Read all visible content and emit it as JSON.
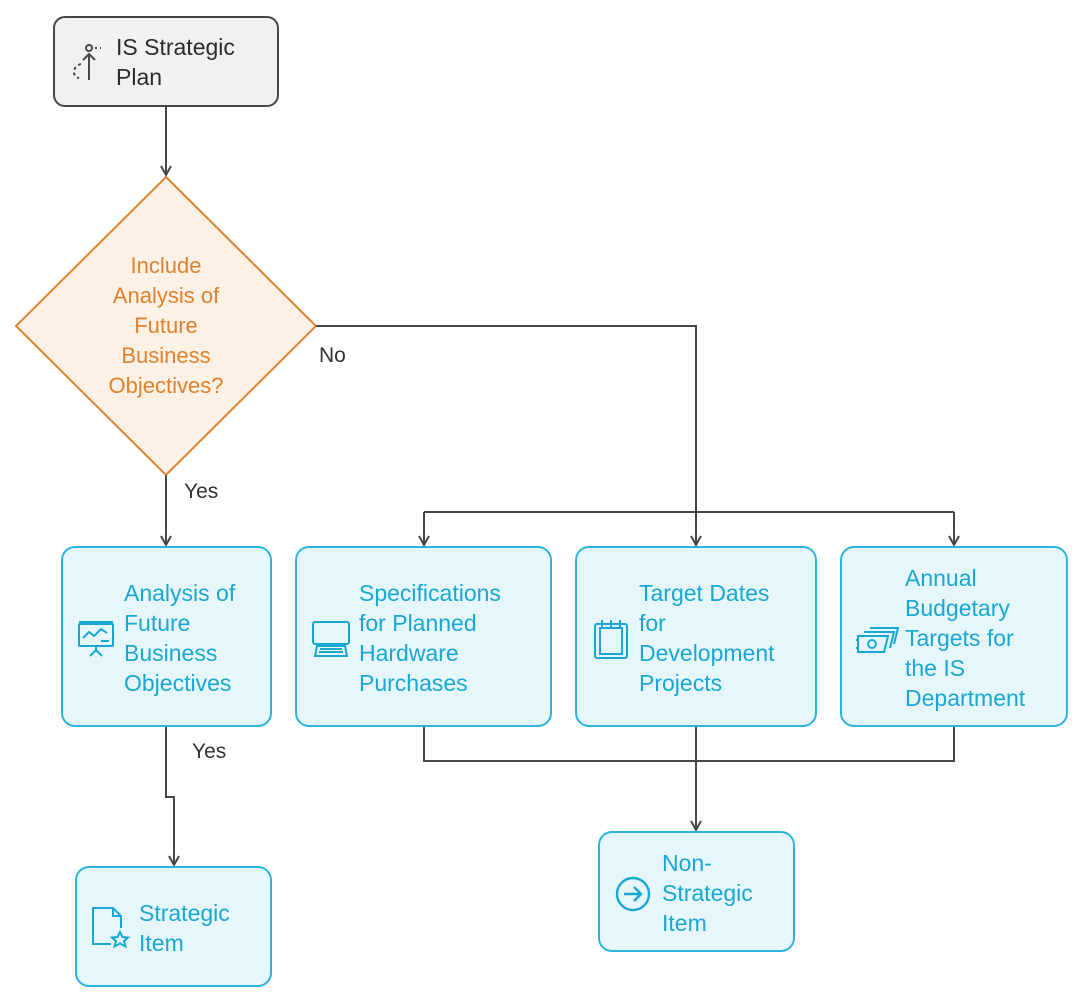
{
  "start": {
    "label": "IS Strategic\nPlan",
    "icon": "presenter-icon"
  },
  "decision": {
    "label": "Include\nAnalysis of\nFuture\nBusiness\nObjectives?"
  },
  "edges": {
    "no": "No",
    "yes_decision": "Yes",
    "yes_analysis": "Yes"
  },
  "nodes": {
    "analysis": {
      "label": "Analysis of\nFuture\nBusiness\nObjectives",
      "icon": "presentation-chart-icon"
    },
    "specs": {
      "label": "Specifications\nfor Planned\nHardware\nPurchases",
      "icon": "laptop-icon"
    },
    "dates": {
      "label": "Target Dates\nfor\nDevelopment\nProjects",
      "icon": "calendar-icon"
    },
    "budget": {
      "label": "Annual\nBudgetary\nTargets for\nthe IS\nDepartment",
      "icon": "money-icon"
    },
    "strategic": {
      "label": "Strategic\nItem",
      "icon": "document-star-icon"
    },
    "nonstrategic": {
      "label": "Non-\nStrategic\nItem",
      "icon": "arrow-circle-icon"
    }
  },
  "colors": {
    "start_fill": "#f1f1f1",
    "start_border": "#474747",
    "decision_fill": "#fdf0e4",
    "decision_border": "#e0822f",
    "node_fill": "#e5f7fb",
    "node_border": "#2cb4de",
    "connector": "#474747"
  }
}
